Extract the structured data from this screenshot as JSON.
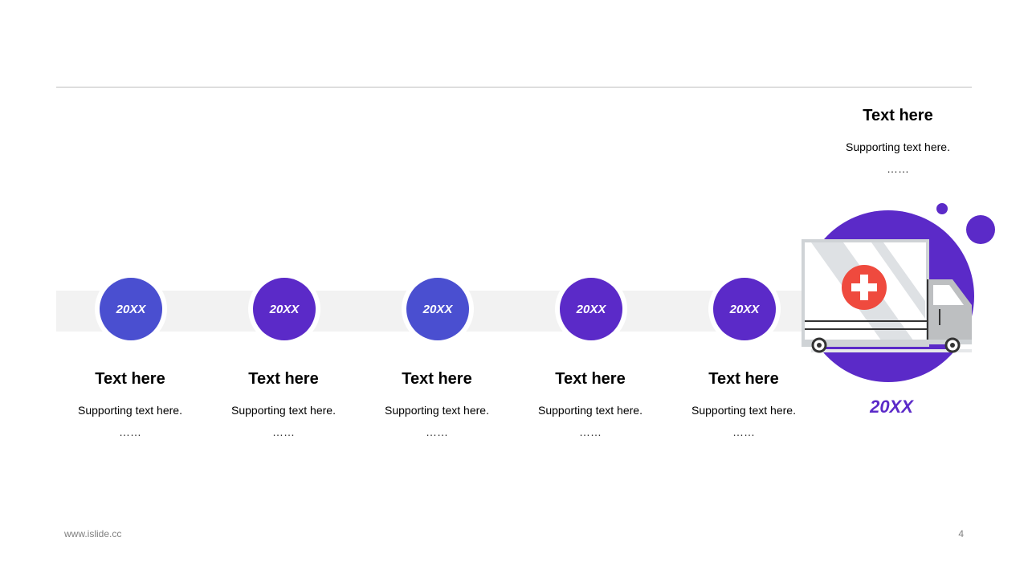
{
  "milestones": [
    {
      "year": "20XX",
      "title": "Text here",
      "subtitle": "Supporting text here.",
      "dots": "……"
    },
    {
      "year": "20XX",
      "title": "Text here",
      "subtitle": "Supporting text here.",
      "dots": "……"
    },
    {
      "year": "20XX",
      "title": "Text here",
      "subtitle": "Supporting text here.",
      "dots": "……"
    },
    {
      "year": "20XX",
      "title": "Text here",
      "subtitle": "Supporting text here.",
      "dots": "……"
    },
    {
      "year": "20XX",
      "title": "Text here",
      "subtitle": "Supporting text here.",
      "dots": "……"
    }
  ],
  "final": {
    "title": "Text here",
    "subtitle": "Supporting text here.",
    "dots": "……",
    "year": "20XX",
    "icon": "ambulance-truck-icon"
  },
  "footer": {
    "url": "www.islide.cc",
    "page": "4"
  },
  "colors": {
    "blue": "#4a4fd0",
    "purple": "#5b2ac8",
    "red": "#ef4a3e",
    "track": "#f2f2f2"
  }
}
